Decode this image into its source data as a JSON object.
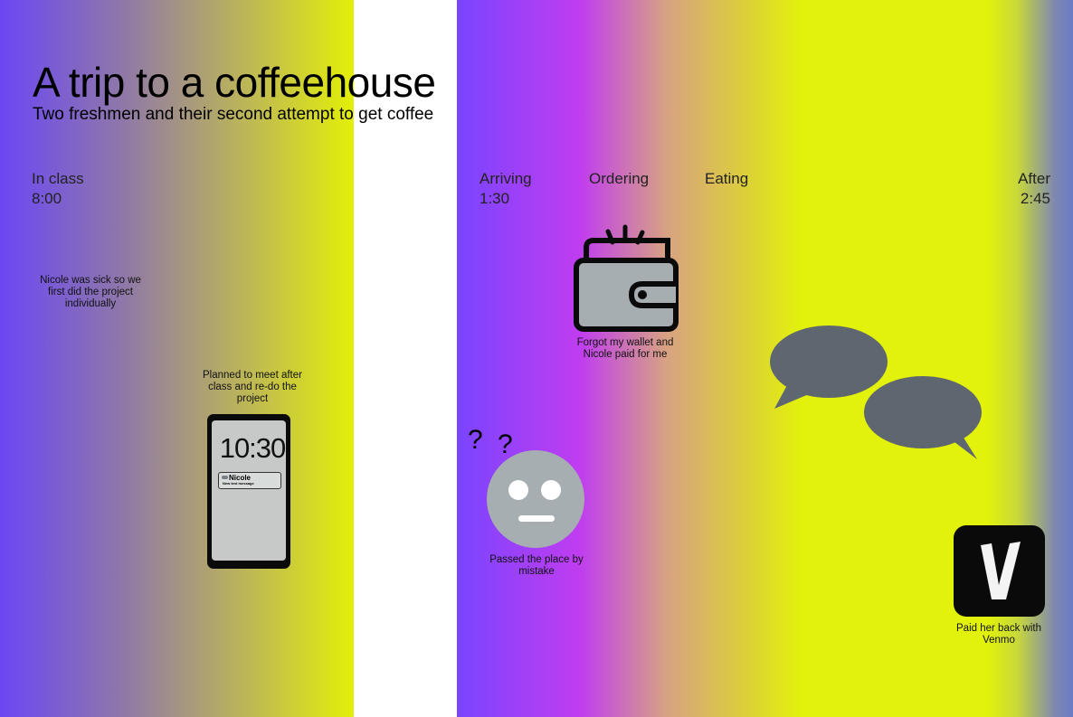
{
  "title": "A trip to a coffeehouse",
  "subtitle": "Two freshmen and their second attempt to get coffee",
  "stages": {
    "in_class": {
      "label": "In class",
      "time": "8:00"
    },
    "arriving": {
      "label": "Arriving",
      "time": "1:30"
    },
    "ordering": {
      "label": "Ordering"
    },
    "eating": {
      "label": "Eating"
    },
    "after": {
      "label": "After",
      "time": "2:45"
    }
  },
  "notes": {
    "sick": "Nicole was sick so we first did the project individually",
    "planned": "Planned to meet after class and re-do the project",
    "passed": "Passed the place by mistake",
    "wallet": "Forgot my wallet and Nicole paid for me",
    "venmo": "Paid her back with Venmo"
  },
  "phone": {
    "time": "10:30",
    "notification_name": "Nicole",
    "notification_body": "New text message"
  },
  "confused_marks": [
    "?",
    "?"
  ],
  "venmo_letter": "V",
  "colors": {
    "left_gradient": [
      "#6b47f5",
      "#e3ef08"
    ],
    "right_gradient": [
      "#7a44ff",
      "#c03df0",
      "#e2f20a",
      "#6a7bc5"
    ],
    "icon_gray": "#a7aeb2",
    "bubble_gray": "#5e6670",
    "venmo_bg": "#0a0a0a"
  },
  "icons": [
    "smartphone-icon",
    "confused-face-icon",
    "wallet-icon",
    "speech-bubbles-icon",
    "venmo-app-icon"
  ]
}
